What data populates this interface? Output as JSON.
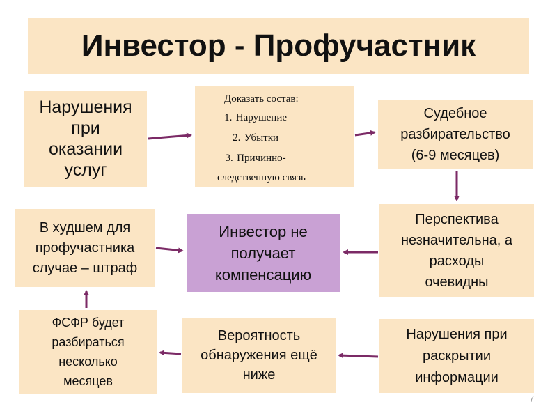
{
  "title": "Инвестор - Профучастник",
  "boxes": {
    "violations_services": [
      "Нарушения",
      "при",
      "оказании",
      "услуг"
    ],
    "prove": {
      "heading": "Доказать состав:",
      "items": [
        {
          "num": "1.",
          "text": "Нарушение"
        },
        {
          "num": "2.",
          "text": "Убытки"
        },
        {
          "num": "3.",
          "text": "Причинно-"
        }
      ],
      "item3_cont": "следственную связь"
    },
    "court": [
      "Судебное",
      "разбирательство",
      "(6-9 месяцев)"
    ],
    "worst_case": [
      "В худшем для",
      "профучастника",
      "случае  – штраф"
    ],
    "investor": [
      "Инвестор не",
      "получает",
      "компенсацию"
    ],
    "prospect": [
      "Перспектива",
      "незначительна, а",
      "расходы",
      "очевидны"
    ],
    "fsfr": [
      "ФСФР будет",
      "разбираться",
      "несколько",
      "месяцев"
    ],
    "probability": [
      "Вероятность",
      "обнаружения ещё",
      "ниже"
    ],
    "disclosure": [
      "Нарушения при",
      "раскрытии",
      "информации"
    ]
  },
  "page_number": "7",
  "colors": {
    "box": "#fbe5c4",
    "highlight": "#c9a1d4",
    "arrow": "#7b2a66"
  }
}
